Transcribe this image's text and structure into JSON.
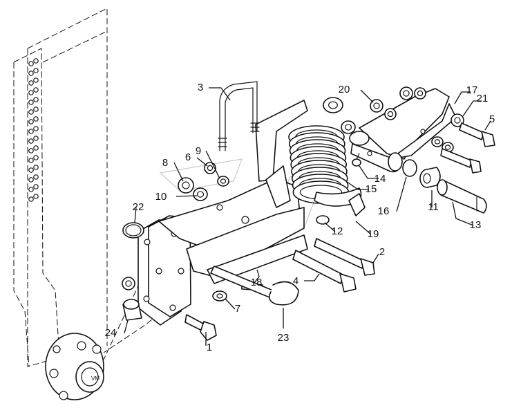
{
  "callouts": [
    {
      "id": "c1",
      "label": "1"
    },
    {
      "id": "c2",
      "label": "2"
    },
    {
      "id": "c3",
      "label": "3"
    },
    {
      "id": "c4",
      "label": "4"
    },
    {
      "id": "c5",
      "label": "5"
    },
    {
      "id": "c6",
      "label": "6"
    },
    {
      "id": "c7",
      "label": "7"
    },
    {
      "id": "c8",
      "label": "8"
    },
    {
      "id": "c9",
      "label": "9"
    },
    {
      "id": "c10",
      "label": "10"
    },
    {
      "id": "c11",
      "label": "11"
    },
    {
      "id": "c12",
      "label": "12"
    },
    {
      "id": "c13",
      "label": "13"
    },
    {
      "id": "c14",
      "label": "14"
    },
    {
      "id": "c15",
      "label": "15"
    },
    {
      "id": "c16",
      "label": "16"
    },
    {
      "id": "c17",
      "label": "17"
    },
    {
      "id": "c18",
      "label": "18"
    },
    {
      "id": "c19",
      "label": "19"
    },
    {
      "id": "c20",
      "label": "20"
    },
    {
      "id": "c21",
      "label": "21"
    },
    {
      "id": "c22",
      "label": "22"
    },
    {
      "id": "c23",
      "label": "23"
    },
    {
      "id": "c24",
      "label": "24"
    }
  ],
  "colors": {
    "line": "#111111",
    "background": "#ffffff",
    "watermark": "#c9c9c9"
  }
}
